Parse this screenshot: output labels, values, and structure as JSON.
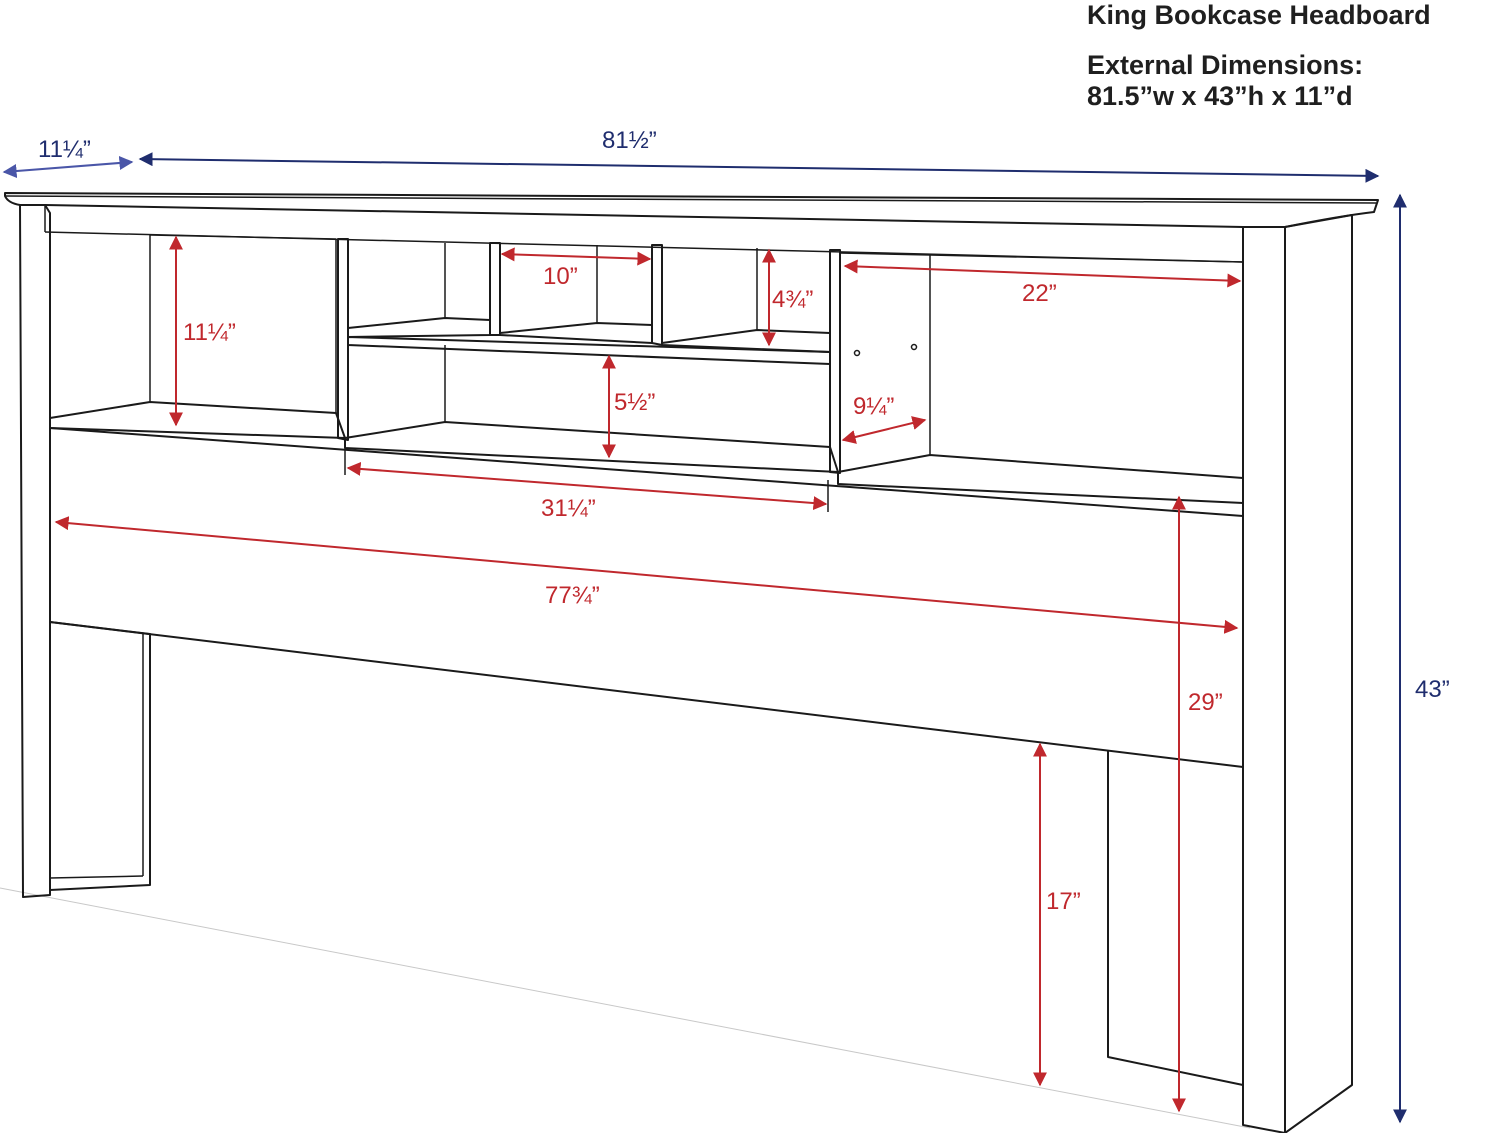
{
  "title": "King Bookcase Headboard",
  "subtitle": "External Dimensions:",
  "dimensions_text": "81.5”w x 43”h x 11”d",
  "colors": {
    "outline": "#1a1a1a",
    "interior_dim": "#c0282d",
    "exterior_dim": "#1f2d6e"
  },
  "dimensions": {
    "depth": "11¼”",
    "width": "81½”",
    "height": "43”",
    "left_cubby_height": "11¼”",
    "small_cubby_width": "10”",
    "small_cubby_height": "4¾”",
    "right_cubby_width": "22”",
    "lower_cubby_height": "5½”",
    "divider_depth": "9¼”",
    "center_section_width": "31¼”",
    "interior_width": "77¾”",
    "floor_to_shelf": "29”",
    "floor_to_panel": "17”"
  }
}
